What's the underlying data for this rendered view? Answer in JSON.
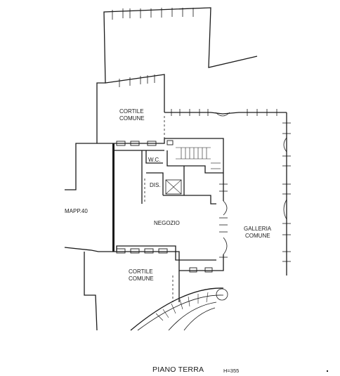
{
  "plan": {
    "rooms": {
      "cortile_top": [
        "CORTILE",
        "COMUNE"
      ],
      "wc": "W.C.",
      "dis": "DIS.",
      "negozio": "NEGOZIO",
      "mapp": "MAPP.40",
      "galleria": [
        "GALLERIA",
        "COMUNE"
      ],
      "cortile_bottom": [
        "CORTILE",
        "COMUNE"
      ]
    },
    "footer": {
      "level_title": "PIANO TERRA",
      "elevation": "H=355"
    }
  }
}
